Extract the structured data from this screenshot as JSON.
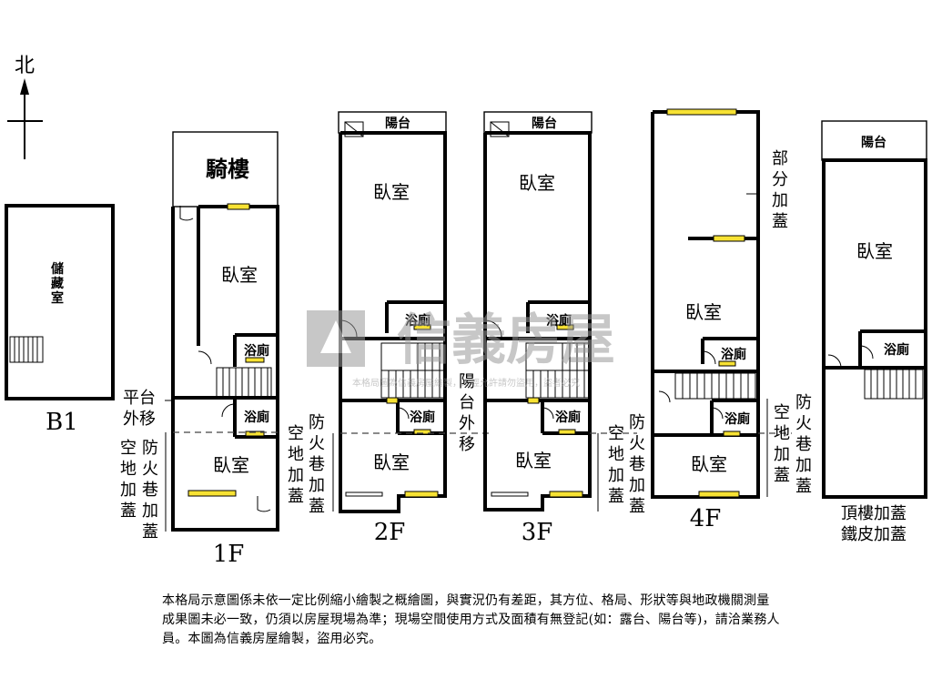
{
  "compass": {
    "label": "北"
  },
  "floors": {
    "b1": {
      "caption": "B1",
      "room": "儲\n藏\n室"
    },
    "f1": {
      "caption": "1F",
      "arcade": "騎樓",
      "bedroom_upper": "臥室",
      "bath_upper": "浴廁",
      "bath_lower": "浴廁",
      "bedroom_lower": "臥室",
      "note_platform": "平台\n外移",
      "note_space": "空\n地\n加\n蓋",
      "note_fire": "防\n火\n巷\n加\n蓋"
    },
    "f2": {
      "caption": "2F",
      "balcony": "陽台",
      "bedroom_upper": "臥室",
      "bath_upper": "浴廁",
      "bath_lower": "浴廁",
      "bedroom_lower": "臥室",
      "note_space": "空\n地\n加\n蓋",
      "note_fire": "防\n火\n巷\n加\n蓋",
      "note_balcony_shift": "陽\n台\n外\n移"
    },
    "f3": {
      "caption": "3F",
      "balcony": "陽台",
      "bedroom_upper": "臥室",
      "bath_upper": "浴廁",
      "bath_lower": "浴廁",
      "bedroom_lower": "臥室",
      "note_space": "空\n地\n加\n蓋",
      "note_fire": "防\n火\n巷\n加\n蓋"
    },
    "f4": {
      "caption": "4F",
      "bedroom_upper": "臥室",
      "bath_upper": "浴廁",
      "bath_lower": "浴廁",
      "bedroom_lower": "臥室",
      "note_partial": "部\n分\n加\n蓋",
      "note_space": "空\n地\n加\n蓋",
      "note_fire": "防\n火\n巷\n加\n蓋"
    },
    "roof": {
      "caption": "頂樓加蓋\n鐵皮加蓋",
      "balcony": "陽台",
      "bedroom": "臥室",
      "bath": "浴廁"
    }
  },
  "watermark": {
    "brand": "信義房屋",
    "notice": "本格局圖為信義房屋繪製，未經允許請勿盜用，盜者必究"
  },
  "disclaimer": "本格局示意圖係未依一定比例縮小繪製之概繪圖，與實況仍有差距，其方位、格局、形狀等與地政機關測量成果圖未必一致，仍須以房屋現場為準；現場空間使用方式及面積有無登記(如：露台、陽台等)，請洽業務人員。本圖為信義房屋繪製，盜用必究。",
  "colors": {
    "window": "#f7e233",
    "wall": "#000000",
    "watermark": "#9a9a9a"
  }
}
